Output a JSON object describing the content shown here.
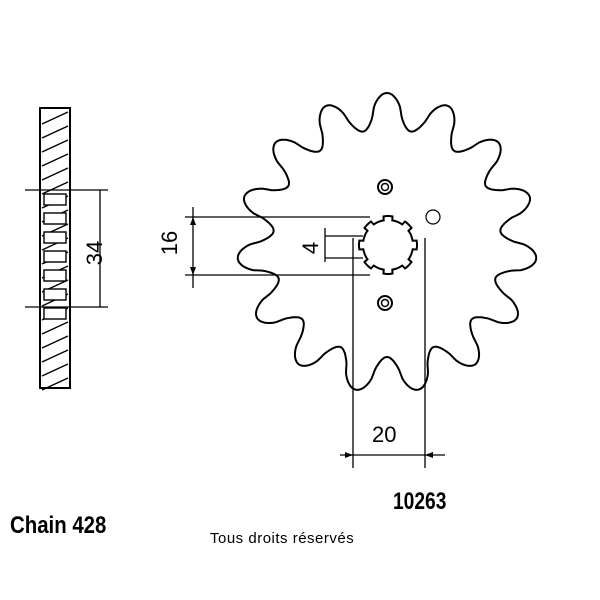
{
  "title": "Chain 428",
  "reference": "10263",
  "copyright": "Tous droits réservés",
  "dimensions": {
    "bore_height": "16",
    "keyway": "4",
    "width": "20",
    "thickness": "34"
  }
}
